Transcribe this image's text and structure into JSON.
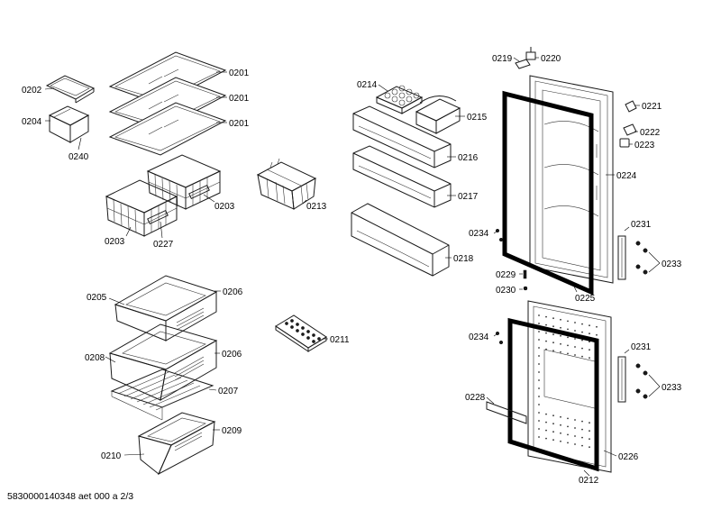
{
  "labels": {
    "p0201a": "0201",
    "p0201b": "0201",
    "p0201c": "0201",
    "p0202": "0202",
    "p0204": "0204",
    "p0240": "0240",
    "p0203a": "0203",
    "p0203b": "0203",
    "p0227": "0227",
    "p0213": "0213",
    "p0214": "0214",
    "p0215": "0215",
    "p0216": "0216",
    "p0217": "0217",
    "p0218": "0218",
    "p0205": "0205",
    "p0206a": "0206",
    "p0206b": "0206",
    "p0208": "0208",
    "p0207": "0207",
    "p0209": "0209",
    "p0210": "0210",
    "p0211": "0211",
    "p0219": "0219",
    "p0220": "0220",
    "p0221": "0221",
    "p0222": "0222",
    "p0223": "0223",
    "p0224": "0224",
    "p0231a": "0231",
    "p0231b": "0231",
    "p0233a": "0233",
    "p0233b": "0233",
    "p0234a": "0234",
    "p0234b": "0234",
    "p0229": "0229",
    "p0230": "0230",
    "p0225": "0225",
    "p0228": "0228",
    "p0212": "0212",
    "p0226": "0226"
  },
  "footer": "5830000140348 aet 000 a 2/3"
}
